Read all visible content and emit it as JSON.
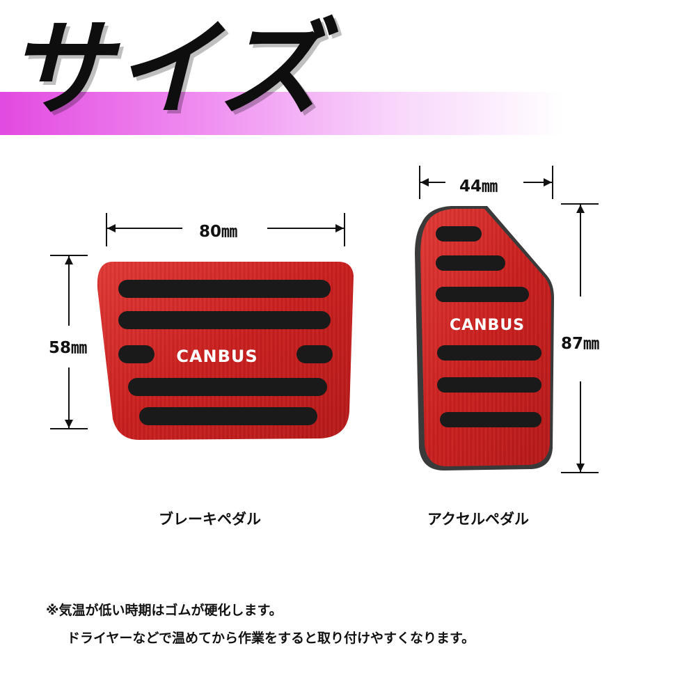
{
  "header": {
    "title": "サイズ"
  },
  "brake_pedal": {
    "brand_label": "CANBUS",
    "width_label": "80㎜",
    "height_label": "58㎜",
    "caption": "ブレーキペダル"
  },
  "accel_pedal": {
    "brand_label": "CANBUS",
    "width_label": "44㎜",
    "height_label": "87㎜",
    "caption": "アクセルペダル"
  },
  "notes": {
    "line1": "※気温が低い時期はゴムが硬化します。",
    "line2": "ドライヤーなどで温めてから作業をすると取り付けやすくなります。"
  },
  "colors": {
    "pedal_red": "#d42a2a",
    "rubber_black": "#1a1a1a",
    "header_magenta": "#e24ae0"
  }
}
